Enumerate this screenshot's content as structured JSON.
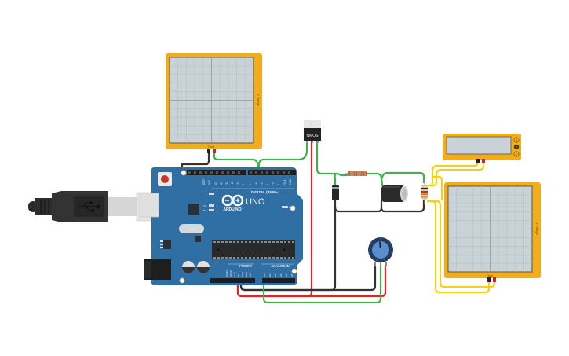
{
  "canvas": {
    "background": "#ffffff"
  },
  "colors": {
    "board_blue": "#2f6fa3",
    "board_dark": "#1f4e78",
    "instrument_yellow": "#f2ad1c",
    "screen_gray": "#c9d2d6",
    "wire_green": "#3fb24a",
    "wire_red": "#d9262b",
    "wire_black": "#333333",
    "wire_yellow": "#f4d116"
  },
  "arduino": {
    "logo_text": "ARDUINO",
    "model_text": "UNO",
    "digital_label": "DIGITAL (PWM~)",
    "power_label": "POWER",
    "analog_label": "ANALOG IN",
    "on_label": "ON",
    "led_l": "L",
    "led_tx": "TX",
    "led_rx": "RX",
    "digital_pins": [
      "AREF",
      "GND",
      "13",
      "12",
      "~11",
      "~10",
      "~9",
      "8",
      "7",
      "~6",
      "~5",
      "4",
      "~3",
      "2",
      "TX▸1",
      "RX◂0"
    ],
    "power_pins": [
      "IOREF",
      "RESET",
      "3.3V",
      "5V",
      "GND",
      "GND",
      "Vin"
    ],
    "analog_pins": [
      "A0",
      "A1",
      "A2",
      "A3",
      "A4",
      "A5"
    ],
    "crystal_label": "16.000"
  },
  "usb_cable": {
    "icon": "usb-icon"
  },
  "mosfet": {
    "label": "NMOS"
  },
  "oscilloscope_top": {
    "x_label": "Time",
    "y_label": "V Range"
  },
  "oscilloscope_right": {
    "x_label": "Time",
    "y_label": "V Range"
  },
  "multimeter": {
    "modes": [
      "A",
      "V",
      "Ω"
    ],
    "selected_mode": "V"
  }
}
